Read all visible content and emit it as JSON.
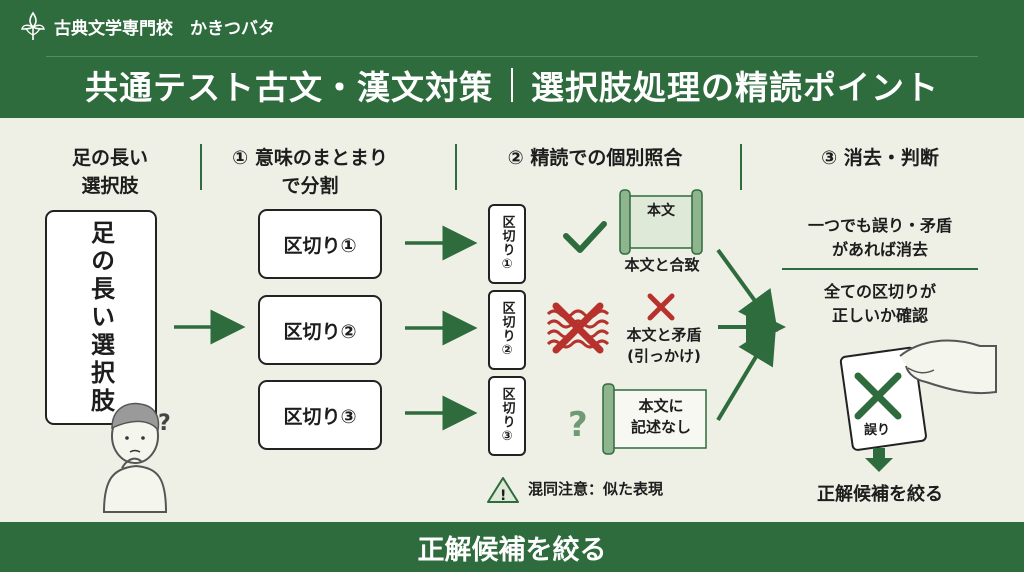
{
  "header": {
    "brand": "古典文学専門校　かきつバタ",
    "title_left": "共通テスト古文・漢文対策",
    "title_right": "選択肢処理の精読ポイント"
  },
  "columns": {
    "col1": "足の長い\n選択肢",
    "col2": "① 意味のまとまり\nで分割",
    "col3": "② 精読での個別照合",
    "col4": "③ 消去・判断"
  },
  "long_option_text": "足の長い選択肢",
  "segments": [
    "区切り①",
    "区切り②",
    "区切り③"
  ],
  "segments_vertical": [
    "区切り①",
    "区切り②",
    "区切り③"
  ],
  "scroll_top_text": "本文",
  "results": {
    "match": "本文と合致",
    "contradiction": "本文と矛盾\n(引っかけ)",
    "not_stated": "本文に\n記述なし"
  },
  "caution": "混同注意：似た表現",
  "judgment": {
    "rule": "一つでも誤り・矛盾\nがあれば消去",
    "check": "全ての区切りが\n正しいか確認",
    "card_label": "誤り",
    "result": "正解候補を絞る"
  },
  "footer": "正解候補を絞る",
  "colors": {
    "primary_green": "#2e6b3d",
    "check_green": "#2e6b3d",
    "cross_red": "#b7322c",
    "background": "#eef0e6"
  }
}
